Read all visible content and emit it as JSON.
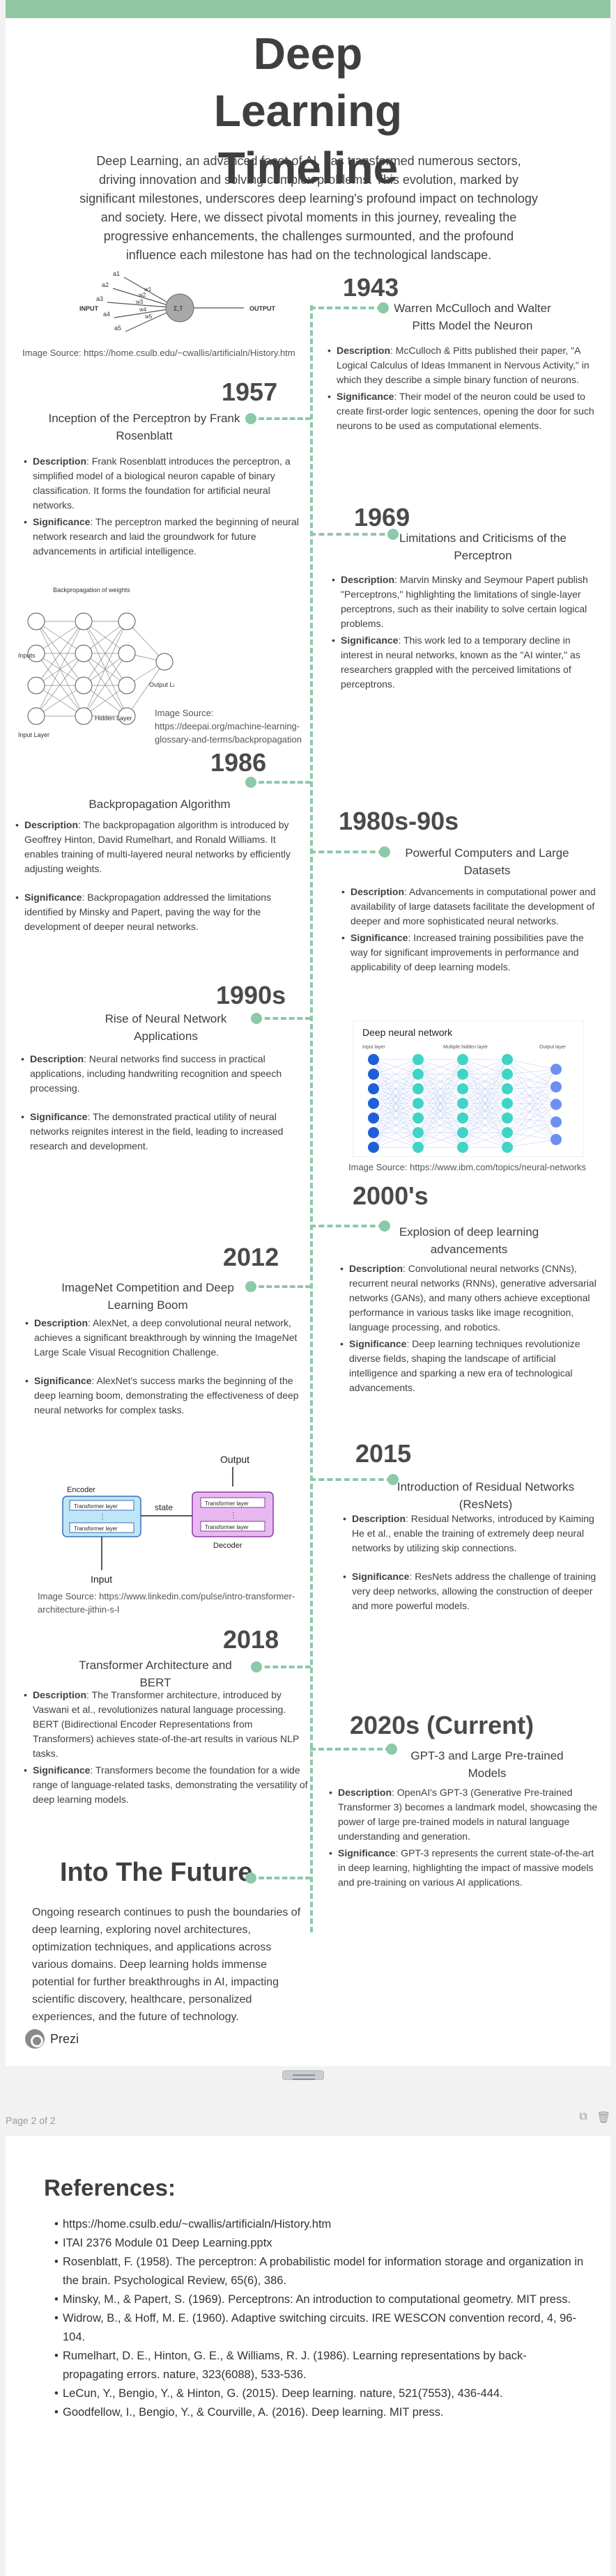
{
  "header": {
    "title": "Deep Learning Timeline",
    "intro": "Deep Learning, an advanced facet of AI, has transformed numerous sectors, driving innovation and solving complex problems. This evolution, marked by significant milestones, underscores deep learning's profound impact on technology and society. Here, we dissect pivotal moments in this journey, revealing the progressive enhancements, the challenges surmounted, and the profound influence each milestone has had on the technological landscape."
  },
  "entries": [
    {
      "year": "1943",
      "title": "Warren McCulloch and Walter Pitts Model the Neuron",
      "description": "McCulloch & Pitts published their paper, \"A Logical Calculus of Ideas Immanent in Nervous Activity,\" in which they describe a simple binary function of neurons.",
      "significance": "Their model of the neuron could be used to create first-order logic sentences, opening the door for such neurons to be used as computational elements."
    },
    {
      "year": "1957",
      "title": "Inception of the Perceptron by Frank Rosenblatt",
      "description": "Frank Rosenblatt introduces the perceptron, a simplified model of a biological neuron capable of binary classification. It forms the foundation for artificial neural networks.",
      "significance": "The perceptron marked the beginning of neural network research and laid the groundwork for future advancements in artificial intelligence."
    },
    {
      "year": "1969",
      "title": "Limitations and Criticisms of the Perceptron",
      "description": "Marvin Minsky and Seymour Papert publish \"Perceptrons,\" highlighting the limitations of single-layer perceptrons, such as their inability to solve certain logical problems.",
      "significance": "This work led to a temporary decline in interest in neural networks, known as the \"AI winter,\" as researchers grappled with the perceived limitations of perceptrons."
    },
    {
      "year": "1986",
      "title": "Backpropagation Algorithm",
      "description": "The backpropagation algorithm is introduced by Geoffrey Hinton, David Rumelhart, and Ronald Williams. It enables training of multi-layered neural networks by efficiently adjusting weights.",
      "significance": "Backpropagation addressed the limitations identified by Minsky and Papert, paving the way for the development of deeper neural networks."
    },
    {
      "year": "1980s-90s",
      "title": "Powerful Computers and Large Datasets",
      "description": "Advancements in computational power and availability of large datasets facilitate the development of deeper and more sophisticated neural networks.",
      "significance": "Increased training possibilities pave the way for significant improvements in performance and applicability of deep learning models."
    },
    {
      "year": "1990s",
      "title": "Rise of Neural Network Applications",
      "description": "Neural networks find success in practical applications, including handwriting recognition and speech processing.",
      "significance": "The demonstrated practical utility of neural networks reignites interest in the field, leading to increased research and development."
    },
    {
      "year": "2000's",
      "title": "Explosion of deep learning advancements",
      "description": "Convolutional neural networks (CNNs), recurrent neural networks (RNNs), generative adversarial networks (GANs), and many others achieve exceptional performance in various tasks like image recognition, language processing, and robotics.",
      "significance": "Deep learning techniques revolutionize diverse fields, shaping the landscape of artificial intelligence and sparking a new era of technological advancements."
    },
    {
      "year": "2012",
      "title": "ImageNet Competition and Deep Learning Boom",
      "description": "AlexNet, a deep convolutional neural network, achieves a significant breakthrough by winning the ImageNet Large Scale Visual Recognition Challenge.",
      "significance": "AlexNet's success marks the beginning of the deep learning boom, demonstrating the effectiveness of deep neural networks for complex tasks."
    },
    {
      "year": "2015",
      "title": "Introduction of Residual Networks (ResNets)",
      "description": "Residual Networks, introduced by Kaiming He et al., enable the training of extremely deep neural networks by utilizing skip connections.",
      "significance": "ResNets address the challenge of training very deep networks, allowing the construction of deeper and more powerful models."
    },
    {
      "year": "2018",
      "title": "Transformer Architecture and BERT",
      "description": "The Transformer architecture, introduced by Vaswani et al., revolutionizes natural language processing. BERT (Bidirectional Encoder Representations from Transformers) achieves state-of-the-art results in various NLP tasks.",
      "significance": "Transformers become the foundation for a wide range of language-related tasks, demonstrating the versatility of deep learning models."
    },
    {
      "year": "2020s (Current)",
      "title": "GPT-3 and Large Pre-trained Models",
      "description": "OpenAI's GPT-3 (Generative Pre-trained Transformer 3) becomes a landmark model, showcasing the power of large pre-trained models in natural language understanding and generation.",
      "significance": "GPT-3 represents the current state-of-the-art in deep learning, highlighting the impact of massive models and pre-training on various AI applications."
    }
  ],
  "labels": {
    "description": "Description",
    "significance": "Significance"
  },
  "images": {
    "neuron_caption": "Image Source: https://home.csulb.edu/~cwallis/artificialn/History.htm",
    "backprop_caption": "Image Source: https://deepai.org/machine-learning-glossary-and-terms/backpropagation",
    "ibm_caption": "Image Source: https://www.ibm.com/topics/neural-networks",
    "transformer_caption": "Image Source: https://www.linkedin.com/pulse/intro-transformer-architecture-jithin-s-l",
    "neuron": {
      "inputs": [
        "a1",
        "a2",
        "a3",
        "a4",
        "a5"
      ],
      "weights": [
        "w1",
        "w2",
        "w3",
        "w4",
        "w5"
      ],
      "input_label": "INPUT",
      "node_label": "Σ,T",
      "output_label": "OUTPUT"
    },
    "backprop": {
      "title": "Backpropagation of weights",
      "input_layer": "Input Layer",
      "hidden_layer": "Hidden Layer",
      "output_layer": "Output Layer",
      "inputs_label": "Inputs",
      "output_label": "Output"
    },
    "ibm": {
      "title": "Deep neural network",
      "input_layer": "Input layer",
      "hidden_layer": "Multiple hidden layer",
      "output_layer": "Output layer"
    },
    "transformer": {
      "output": "Output",
      "input": "Input",
      "encoder": "Encoder",
      "decoder": "Decoder",
      "state": "state",
      "layer": "Transformer layer"
    }
  },
  "future": {
    "title": "Into The Future",
    "text": "Ongoing research continues to push the boundaries of deep learning, exploring novel architectures, optimization techniques, and applications across various domains. Deep learning holds immense potential for further breakthroughs in AI, impacting scientific discovery, healthcare, personalized experiences, and the future of technology."
  },
  "branding": {
    "prezi": "Prezi"
  },
  "pager": {
    "label": "Page 2 of 2",
    "copy_icon": "copy-icon",
    "delete_icon": "trash-icon"
  },
  "references": {
    "title": "References:",
    "items": [
      "https://home.csulb.edu/~cwallis/artificialn/History.htm",
      "ITAI 2376 Module 01 Deep Learning.pptx",
      "Rosenblatt, F. (1958). The perceptron: A probabilistic model for information storage and organization in the brain. Psychological Review, 65(6), 386.",
      "Minsky, M., & Papert, S. (1969). Perceptrons: An introduction to computational geometry. MIT press.",
      "Widrow, B., & Hoff, M. E. (1960). Adaptive switching circuits. IRE WESCON convention record, 4, 96-104.",
      "Rumelhart, D. E., Hinton, G. E., & Williams, R. J. (1986). Learning representations by back-propagating errors. nature, 323(6088), 533-536.",
      "LeCun, Y., Bengio, Y., & Hinton, G. (2015). Deep learning. nature, 521(7553), 436-444.",
      "Goodfellow, I., Bengio, Y., & Courville, A. (2016). Deep learning. MIT press."
    ]
  },
  "colors": {
    "accent": "#8cc9a9",
    "topbar": "#8fc7a3"
  }
}
